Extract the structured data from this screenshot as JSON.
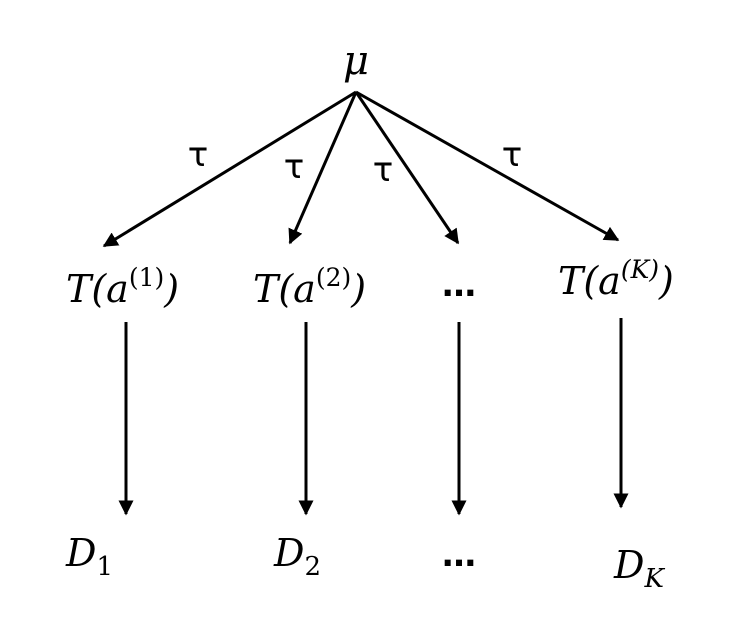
{
  "root": {
    "label": "μ"
  },
  "edge_label": "τ",
  "nodes": [
    {
      "base": "T(a",
      "superscript": "(1)",
      "close": ")"
    },
    {
      "base": "T(a",
      "superscript": "(2)",
      "close": ")"
    },
    {
      "ellipsis": "…"
    },
    {
      "base": "T(a",
      "superscript": "(K)",
      "close": ")"
    }
  ],
  "outputs": [
    {
      "base": "D",
      "subscript": "1"
    },
    {
      "base": "D",
      "subscript": "2"
    },
    {
      "ellipsis": "…"
    },
    {
      "base": "D",
      "subscript": "K"
    }
  ]
}
